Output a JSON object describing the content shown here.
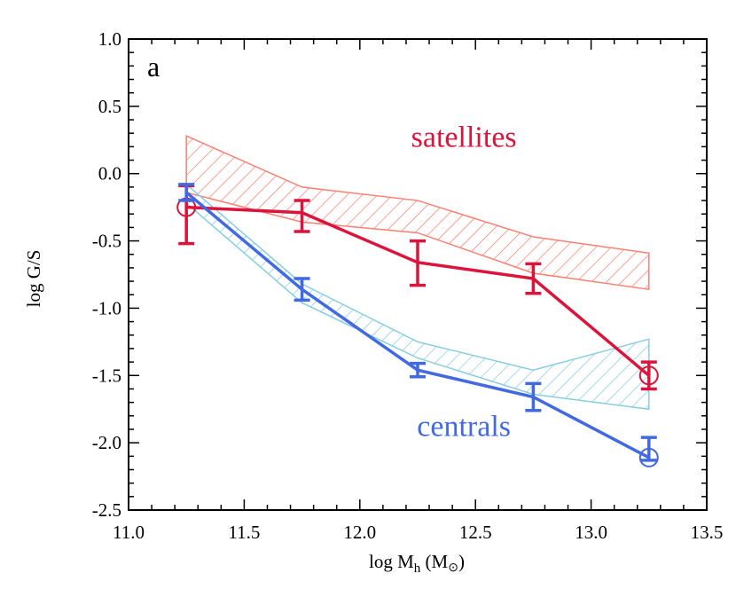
{
  "chart_data": {
    "type": "line",
    "panel_label": "a",
    "xlabel_main": "log M",
    "xlabel_sub": "h",
    "xlabel_unit_open": " (M",
    "xlabel_unit_sym": "⊙",
    "xlabel_unit_close": ")",
    "ylabel": "log G/S",
    "xlim": [
      11.0,
      13.5
    ],
    "ylim": [
      -2.5,
      1.0
    ],
    "xticks": [
      11.0,
      11.5,
      12.0,
      12.5,
      13.0,
      13.5
    ],
    "xtick_labels": [
      "11.0",
      "11.5",
      "12.0",
      "12.5",
      "13.0",
      "13.5"
    ],
    "yticks": [
      1.0,
      0.5,
      0.0,
      -0.5,
      -1.0,
      -1.5,
      -2.0,
      -2.5
    ],
    "ytick_labels": [
      "1.0",
      "0.5",
      "0.0",
      "-0.5",
      "-1.0",
      "-1.5",
      "-2.0",
      "-2.5"
    ],
    "grid": false,
    "annotations": [
      {
        "text": "satellites",
        "x": 12.45,
        "y": 0.2,
        "color": "#dc143c"
      },
      {
        "text": "centrals",
        "x": 12.45,
        "y": -1.95,
        "color": "#4169e1"
      }
    ],
    "series": [
      {
        "color": "#dc143c",
        "x": [
          11.25,
          11.75,
          12.25,
          12.75,
          13.25
        ],
        "y": [
          -0.25,
          -0.29,
          -0.66,
          -0.78,
          -1.5
        ],
        "yerr_low": [
          0.27,
          0.14,
          0.17,
          0.11,
          0.1
        ],
        "yerr_high": [
          0.16,
          0.09,
          0.16,
          0.11,
          0.1
        ],
        "open_circle_points": [
          0,
          4
        ]
      },
      {
        "color": "#4169e1",
        "x": [
          11.25,
          11.75,
          12.25,
          12.75,
          13.25
        ],
        "y": [
          -0.14,
          -0.86,
          -1.46,
          -1.66,
          -2.11
        ],
        "yerr_low": [
          0.06,
          0.08,
          0.05,
          0.1,
          0.02
        ],
        "yerr_high": [
          0.06,
          0.08,
          0.05,
          0.1,
          0.15
        ],
        "open_circle_points": [
          4
        ]
      }
    ],
    "bands": [
      {
        "color": "#fa8072",
        "x": [
          11.25,
          11.75,
          12.25,
          12.75,
          13.25
        ],
        "upper": [
          0.28,
          -0.1,
          -0.2,
          -0.47,
          -0.59
        ],
        "lower": [
          -0.14,
          -0.36,
          -0.44,
          -0.74,
          -0.86
        ]
      },
      {
        "color": "#87cee0",
        "x": [
          11.25,
          11.75,
          12.25,
          12.75,
          13.25
        ],
        "upper": [
          -0.08,
          -0.82,
          -1.25,
          -1.46,
          -1.23
        ],
        "lower": [
          -0.22,
          -0.96,
          -1.37,
          -1.64,
          -1.75
        ]
      }
    ]
  }
}
